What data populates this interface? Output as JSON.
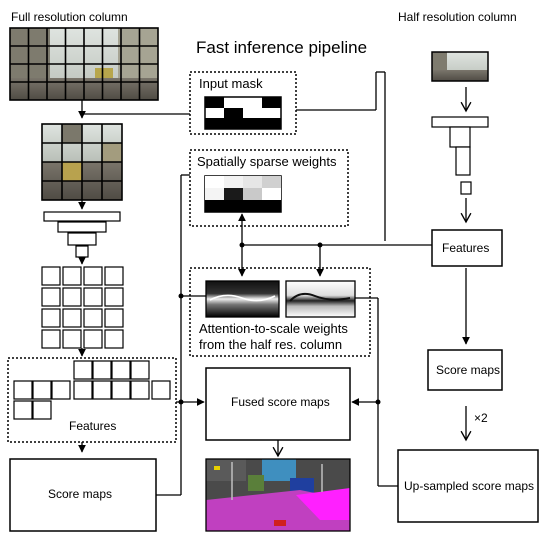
{
  "labels": {
    "full_res_column": "Full resolution column",
    "half_res_column": "Half resolution column",
    "title": "Fast inference pipeline",
    "input_mask": "Input mask",
    "sparse_weights": "Spatially sparse weights",
    "features_right": "Features",
    "attention_line1": "Attention-to-scale weights",
    "attention_line2": "from the half res. column",
    "features_left": "Features",
    "score_maps_right": "Score maps",
    "fused_score_maps": "Fused score maps",
    "times_two": "×2",
    "score_maps_left": "Score maps",
    "upsampled_score_maps": "Up-sampled score maps"
  },
  "colors": {
    "stroke": "#000000",
    "street_sky": "#cfd5cf",
    "street_building": "#8a8a7a",
    "street_road": "#6f6a60",
    "seg_road": "#c040c0",
    "seg_sidewalk": "#ff20ff",
    "seg_building": "#4a4a4a",
    "seg_vegetation": "#5a7f3a",
    "seg_car": "#1f3f9f",
    "seg_sky": "#3f8fbf"
  }
}
